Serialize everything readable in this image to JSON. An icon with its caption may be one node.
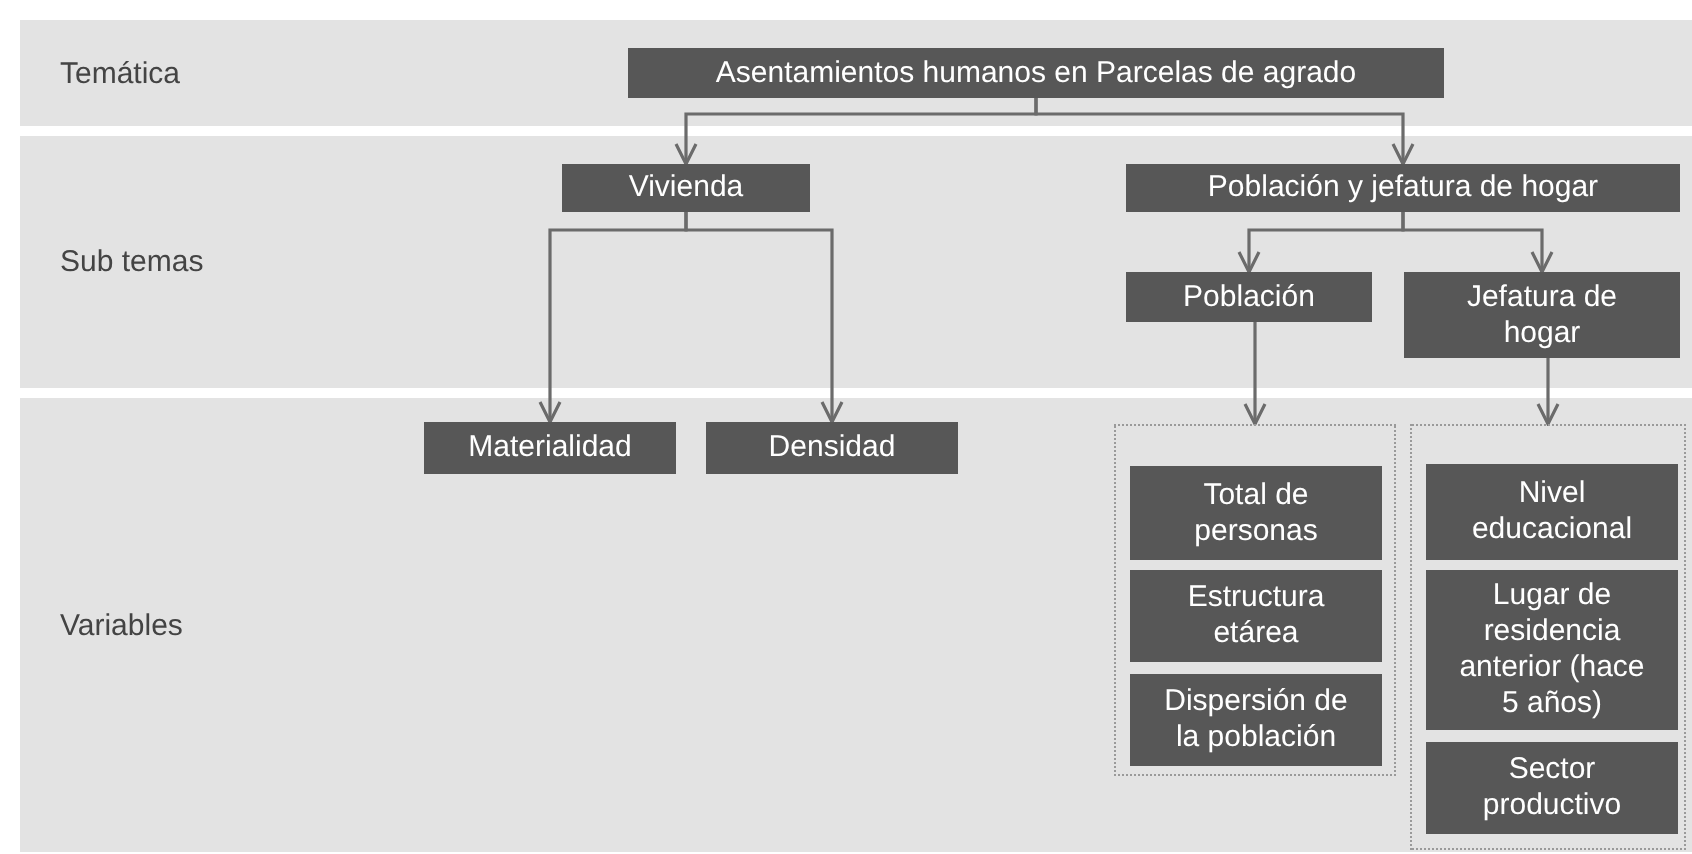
{
  "diagram": {
    "nodes": [
      {
        "text": [
          "Temática"
        ]
      },
      {
        "text": [
          "Asentamientos humanos en Parcelas de agrado"
        ],
        "in": 0
      },
      {
        "text": [
          "Sub temas"
        ]
      },
      {
        "text": [
          "Vivienda"
        ],
        "in": 2
      },
      {
        "text": [
          "Población y jefatura de hogar"
        ],
        "in": 2
      },
      {
        "text": [
          "Población"
        ],
        "in": 2
      },
      {
        "text": [
          "Jefatura de hogar"
        ],
        "in": 2
      },
      {
        "text": [
          "Variables"
        ]
      },
      {
        "text": [
          "Materialidad"
        ],
        "in": 7
      },
      {
        "text": [
          "Densidad"
        ],
        "in": 7
      },
      {
        "text": [],
        "shape": "box",
        "in": 7
      },
      {
        "text": [
          "Total de personas"
        ],
        "in": 10
      },
      {
        "text": [
          "Estructura etárea"
        ],
        "in": 10
      },
      {
        "text": [
          "Dispersión de la población"
        ],
        "in": 10
      },
      {
        "text": [],
        "shape": "box",
        "in": 7
      },
      {
        "text": [
          "Nivel educacional"
        ],
        "in": 14
      },
      {
        "text": [
          "Lugar de residencia anterior (hace 5 años)"
        ],
        "in": 14
      },
      {
        "text": [
          "Sector productivo"
        ],
        "in": 14
      }
    ],
    "edges": [
      {
        "from": 1,
        "to": 3,
        "arrow": "to"
      },
      {
        "from": 1,
        "to": 4,
        "arrow": "to"
      },
      {
        "from": 3,
        "to": 8,
        "arrow": "to"
      },
      {
        "from": 3,
        "to": 9,
        "arrow": "to"
      },
      {
        "from": 4,
        "to": 5,
        "arrow": "to"
      },
      {
        "from": 4,
        "to": 6,
        "arrow": "to"
      },
      {
        "from": 5,
        "to": 10,
        "arrow": "to"
      },
      {
        "from": 6,
        "to": 14,
        "arrow": "to"
      }
    ]
  }
}
